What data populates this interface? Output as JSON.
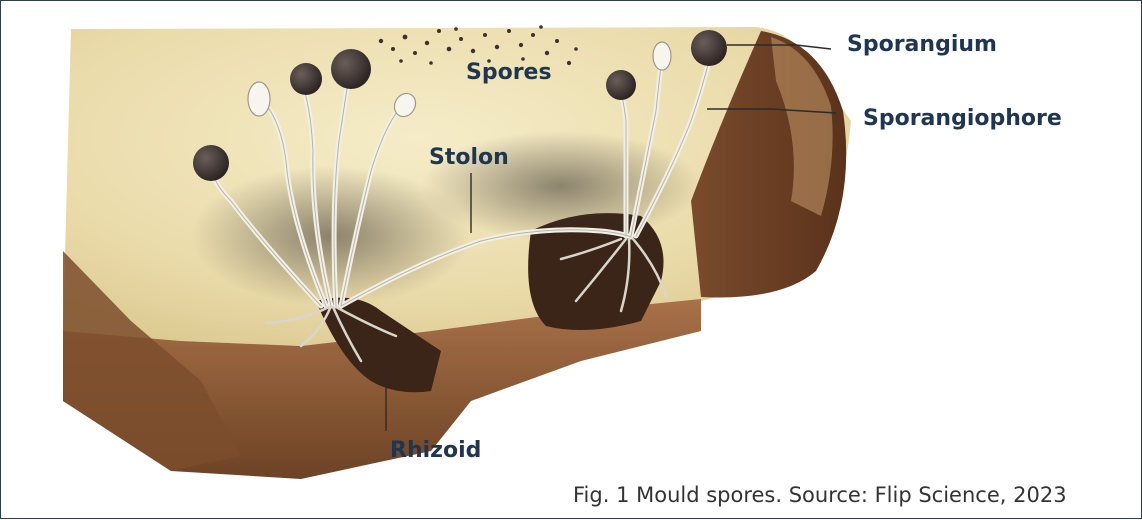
{
  "figure": {
    "labels": {
      "sporangium": "Sporangium",
      "sporangiophore": "Sporangiophore",
      "spores": "Spores",
      "stolon": "Stolon",
      "rhizoid": "Rhizoid"
    },
    "caption": "Fig. 1 Mould spores. Source: Flip Science, 2023"
  },
  "colors": {
    "label_text": "#1f3550",
    "caption_text": "#333333",
    "frame_border": "#2d3e50",
    "bread_crumb": "#efe3b8",
    "bread_crust": "#8b5a36",
    "sporangium": "#3a3130",
    "hypha": "#e4e2d8"
  }
}
